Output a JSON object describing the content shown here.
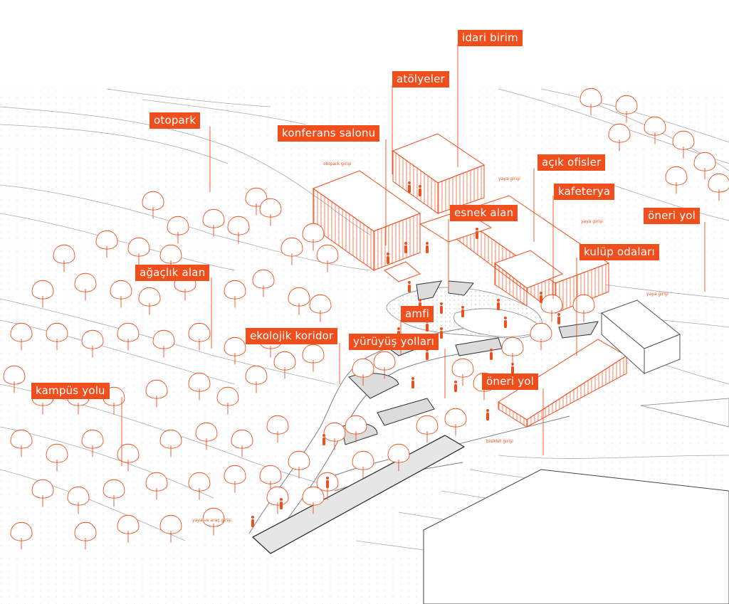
{
  "labels": {
    "idari_birim": "idari birim",
    "atolyeler": "atölyeler",
    "otopark": "otopark",
    "konferans_salonu": "konferans salonu",
    "acik_ofisler": "açık ofisler",
    "kafeterya": "kafeterya",
    "esnek_alan": "esnek alan",
    "oneri_yol_right": "öneri yol",
    "kulup_odalari": "kulüp odaları",
    "agaclik_alan": "ağaçlık alan",
    "amfi": "amfi",
    "ekolojik_koridor": "ekolojik koridor",
    "yuruyus_yollari": "yürüyüş yolları",
    "oneri_yol_center": "öneri yol",
    "kampus_yolu": "kampüs yolu"
  },
  "entrances": {
    "otopark_girisi": "otopark girişi",
    "yaya_girisi_top": "yaya girişi",
    "yaya_girisi_mid": "yaya girişi",
    "yaya_girisi_right": "yaya girişi",
    "bisiklet_girisi": "bisiklet girişi",
    "yaya_ve_arac_girisi": "yaya ve araç girişi"
  },
  "colors": {
    "accent": "#f04e1d",
    "linework": "#9a9a9a",
    "background": "#ffffff"
  }
}
